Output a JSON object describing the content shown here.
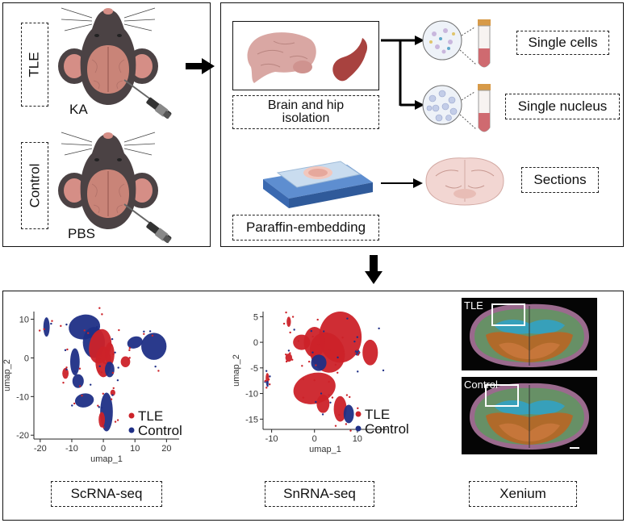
{
  "panel_a": {
    "tle_label": "TLE",
    "ka_label": "KA",
    "control_label": "Control",
    "pbs_label": "PBS"
  },
  "panel_b": {
    "brain_label": "Brain and hip isolation",
    "single_cells_label": "Single cells",
    "single_nucleus_label": "Single nucleus",
    "paraffin_label": "Paraffin-embedding",
    "sections_label": "Sections"
  },
  "panel_c": {
    "scrna_label": "ScRNA-seq",
    "snrna_label": "SnRNA-seq",
    "xenium_label": "Xenium",
    "xenium_tle_label": "TLE",
    "xenium_control_label": "Control"
  },
  "colors": {
    "tle": "#cc2229",
    "control": "#1f2f86",
    "frame": "#111111"
  },
  "chart_data": [
    {
      "type": "scatter",
      "xlabel": "umap_1",
      "ylabel": "umap_2",
      "xlim": [
        -22,
        24
      ],
      "ylim": [
        -21,
        12
      ],
      "xticks": [
        "-20",
        "-10",
        "0",
        "10",
        "20"
      ],
      "yticks": [
        "10",
        "0",
        "-10",
        "-20"
      ],
      "legend": [
        "TLE",
        "Control"
      ],
      "legend_position": "bottom-right"
    },
    {
      "type": "scatter",
      "xlabel": "umap_1",
      "ylabel": "umap_2",
      "xlim": [
        -12,
        17
      ],
      "ylim": [
        -17,
        6
      ],
      "xticks": [
        "-10",
        "0",
        "10"
      ],
      "yticks": [
        "5",
        "0",
        "-5",
        "-10",
        "-15"
      ],
      "legend": [
        "TLE",
        "Control"
      ],
      "legend_position": "bottom-right"
    }
  ]
}
